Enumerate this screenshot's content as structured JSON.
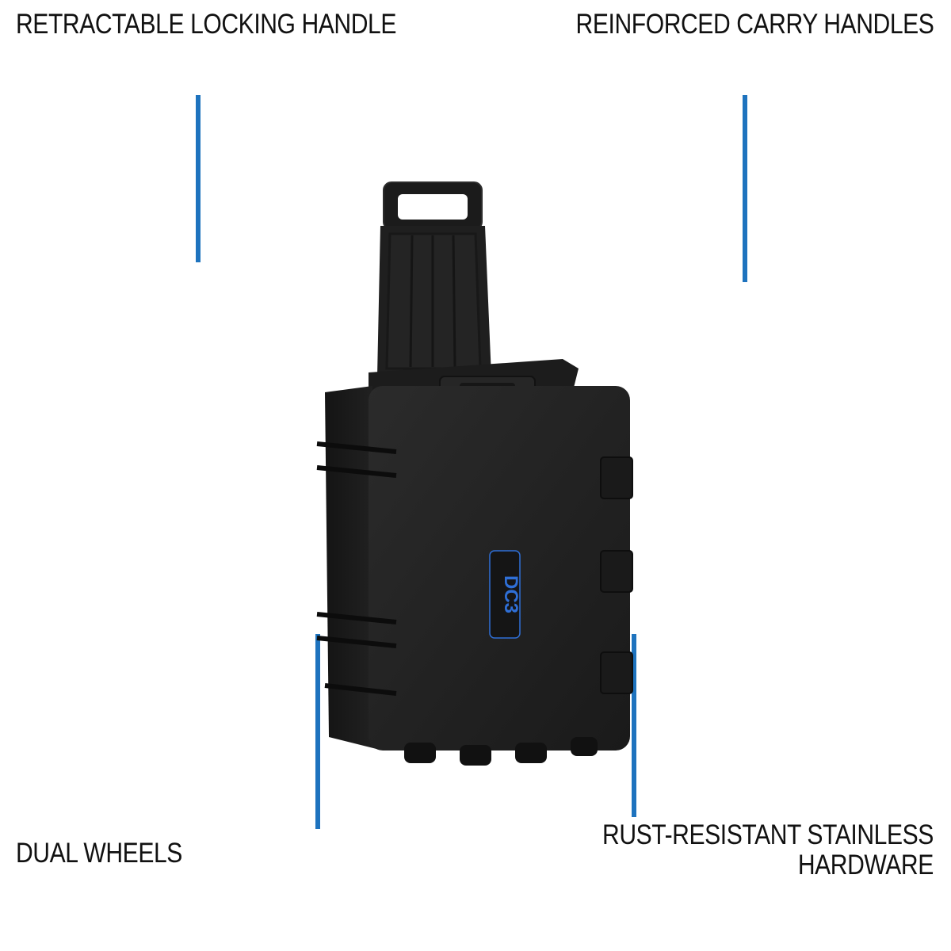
{
  "callouts": {
    "handle": "RETRACTABLE LOCKING HANDLE",
    "carry": "REINFORCED CARRY HANDLES",
    "wheels": "DUAL WHEELS",
    "hardware_line1": "RUST-RESISTANT STAINLESS",
    "hardware_line2": "HARDWARE"
  },
  "product": {
    "logo_text": "DC3"
  },
  "colors": {
    "leader_line": "#1e73be",
    "case_body": "#232323",
    "logo_accent": "#2f6fd6",
    "label_text": "#111111"
  }
}
